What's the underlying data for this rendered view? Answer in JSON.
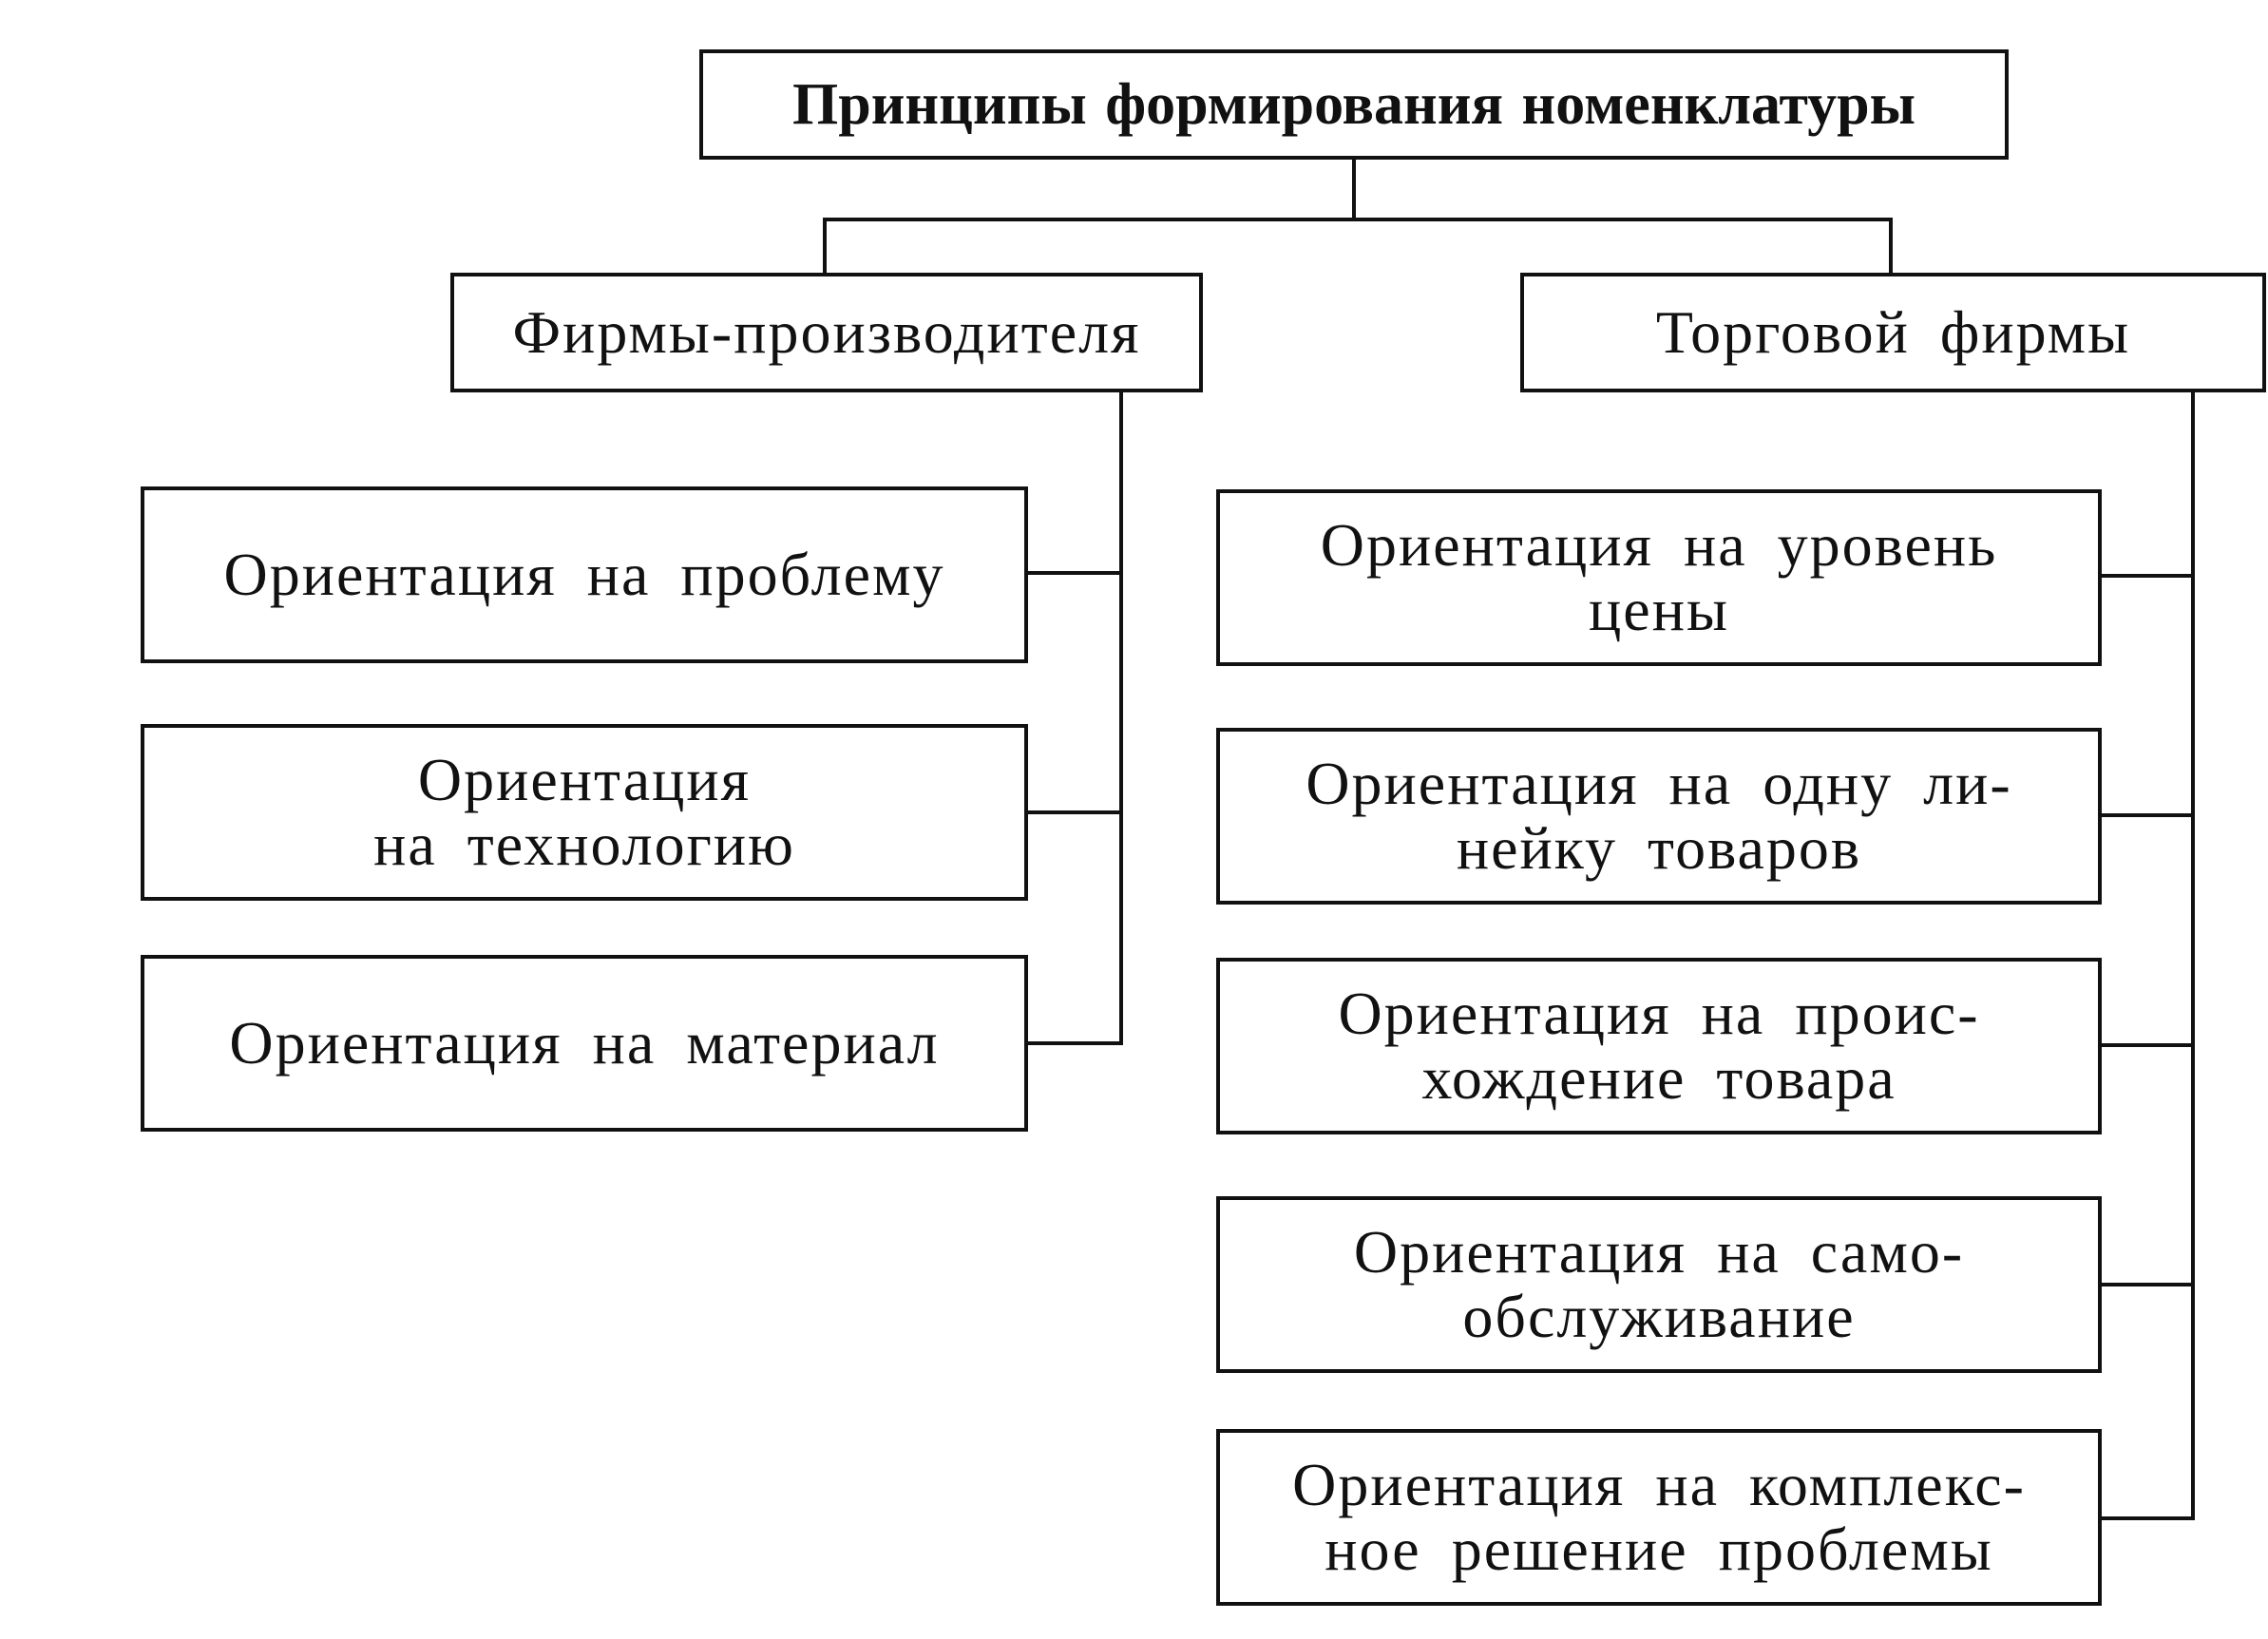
{
  "diagram": {
    "root": {
      "label": "Принципы формирования номенклатуры"
    },
    "branches": [
      {
        "label": "Фирмы-производителя",
        "items": [
          "Ориентация на проблему",
          "Ориентация\nна технологию",
          "Ориентация на материал"
        ]
      },
      {
        "label": "Торговой фирмы",
        "items": [
          "Ориентация на уровень\nцены",
          "Ориентация на одну ли-\nнейку товаров",
          "Ориентация на проис-\nхождение товара",
          "Ориентация на само-\nобслуживание",
          "Ориентация на комплекс-\nное решение проблемы"
        ]
      }
    ]
  }
}
